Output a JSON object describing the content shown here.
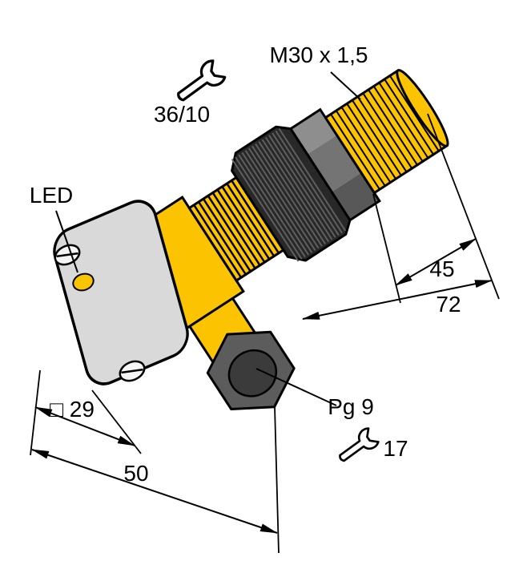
{
  "drawing": {
    "labels": {
      "thread_size": "M30 x 1,5",
      "wrench_flange": "36/10",
      "led": "LED",
      "dim_thread_length": "45",
      "dim_overall_length": "72",
      "dim_flange_square": "□ 29",
      "dim_depth": "50",
      "cable_gland": "Pg 9",
      "wrench_gland": "17"
    },
    "colors": {
      "sensor_yellow": "#fcc400",
      "flange_gray": "#d9d9d9",
      "hole_white": "#f5f5f5",
      "nut_dark": "#282828",
      "knurl_gray": "#5f5f5f",
      "collar_light": "#8e8e8e",
      "collar_mid": "#747474",
      "collar_dark": "#585858",
      "gland_gray": "#5c5c5c",
      "gland_face": "#3b3b3b",
      "led_yellow": "#f6c500",
      "line_black": "#000000"
    }
  }
}
